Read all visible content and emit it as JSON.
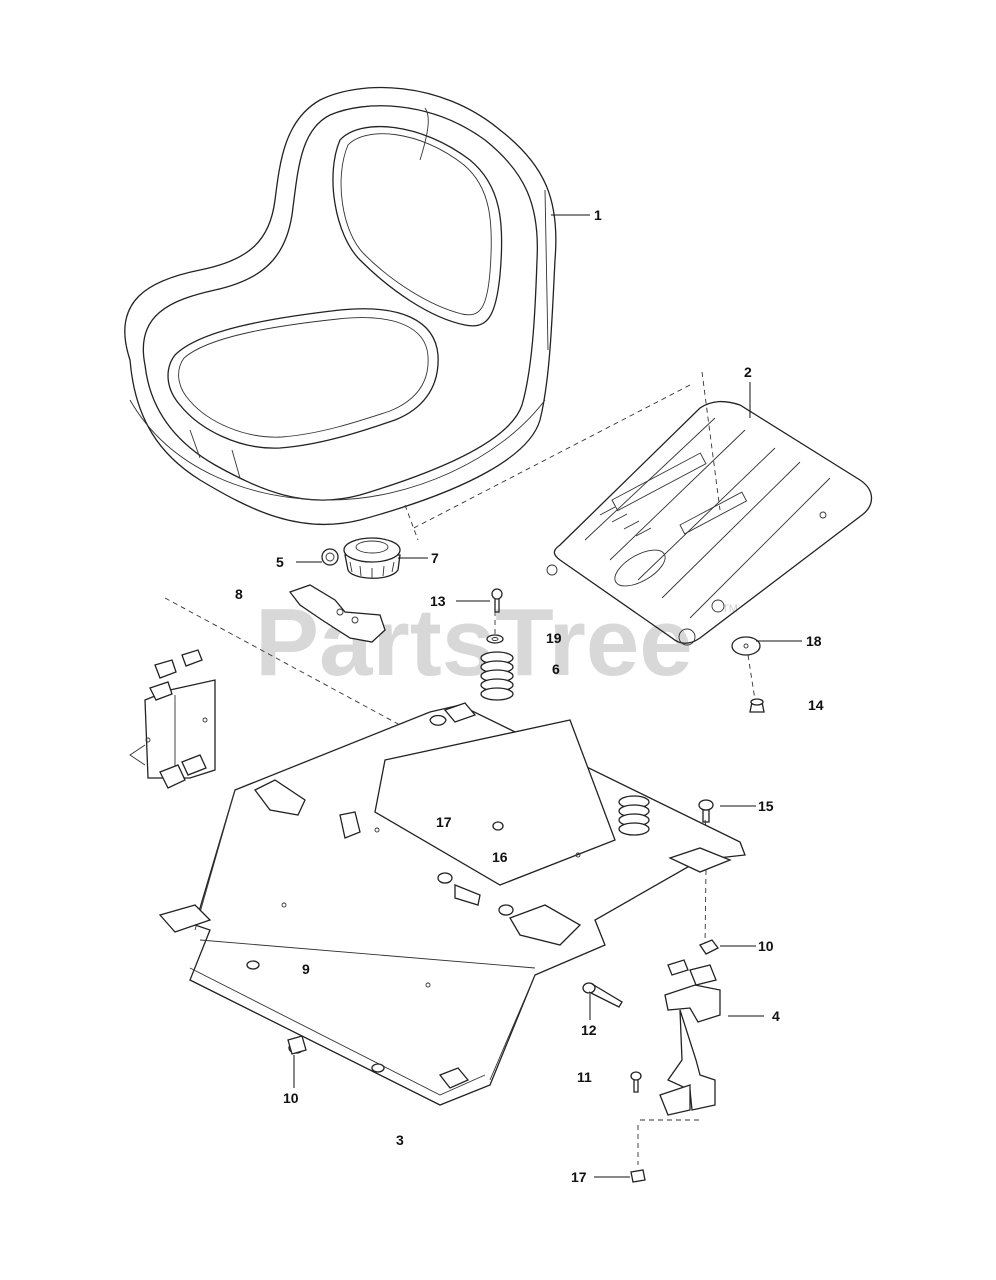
{
  "watermark": {
    "text": "PartsTree",
    "trademark": "TM"
  },
  "callouts": {
    "c1": "1",
    "c2": "2",
    "c3": "3",
    "c4": "4",
    "c5": "5",
    "c6": "6",
    "c7": "7",
    "c8": "8",
    "c9": "9",
    "c10a": "10",
    "c10b": "10",
    "c11": "11",
    "c12": "12",
    "c13": "13",
    "c14": "14",
    "c15": "15",
    "c16": "16",
    "c17a": "17",
    "c17b": "17",
    "c18": "18",
    "c19": "19"
  }
}
